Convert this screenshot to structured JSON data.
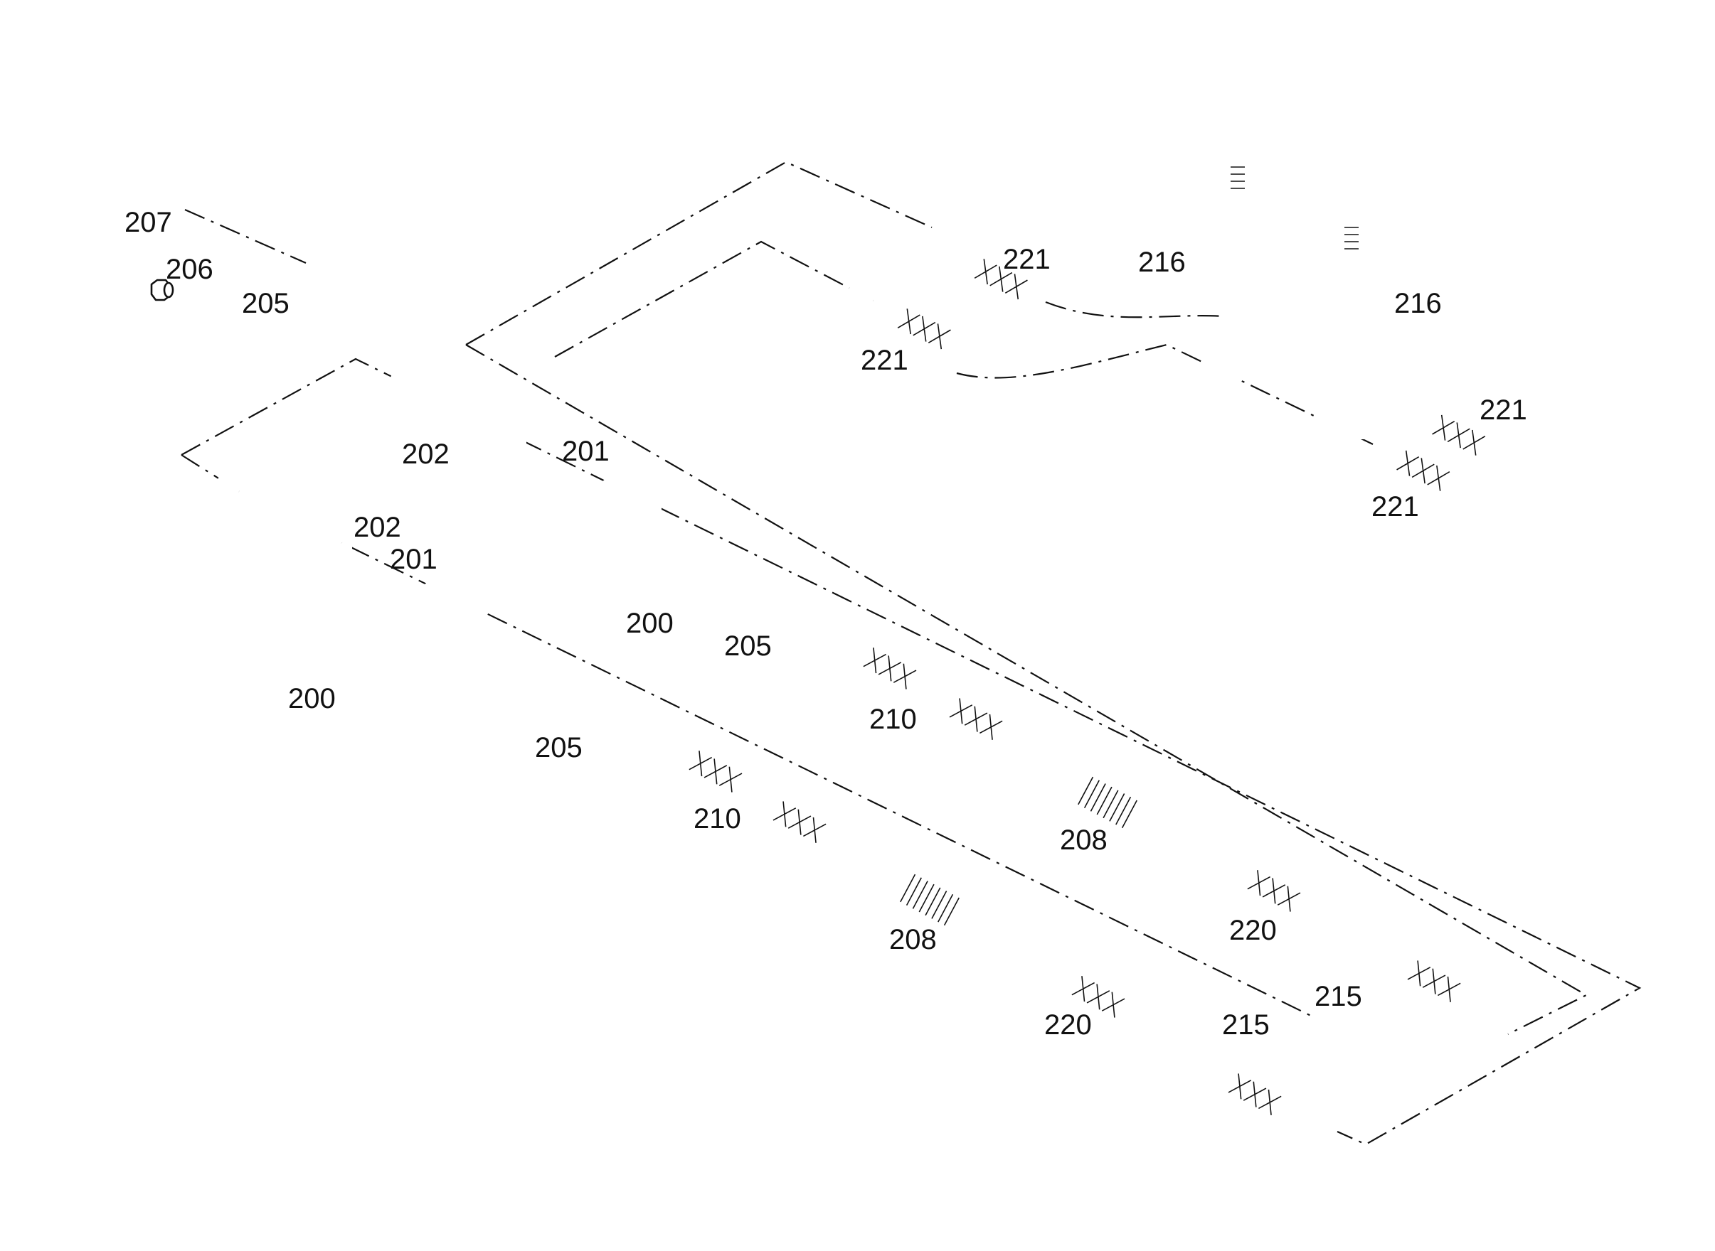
{
  "diagram": {
    "labels": {
      "n200": "200",
      "n201": "201",
      "n202": "202",
      "n205": "205",
      "n206": "206",
      "n207": "207",
      "n208": "208",
      "n210": "210",
      "n215": "215",
      "n216": "216",
      "n220": "220",
      "n221": "221"
    }
  }
}
